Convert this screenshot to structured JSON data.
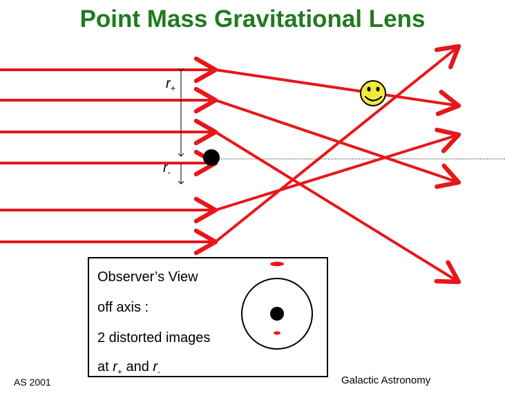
{
  "title": "Point Mass Gravitational Lens",
  "labels": {
    "r_plus": {
      "base": "r",
      "sub": "+"
    },
    "r_minus": {
      "base": "r",
      "sub": "-"
    }
  },
  "observer": {
    "line1": "Observer’s View",
    "line2": "off axis :",
    "line3": "2 distorted images",
    "line4_prefix": "at ",
    "line4_r": "r",
    "line4_sub1": "+",
    "line4_and": " and ",
    "line4_sub2": "-"
  },
  "footer": {
    "left": "AS 2001",
    "right": "Galactic Astronomy"
  },
  "colors": {
    "title": "#1f7a1f",
    "ray": "#e8161a",
    "source_face": "#f2ea3a",
    "lens": "#000000"
  },
  "icons": {
    "source": "smiley-face-icon",
    "lens": "black-dot-icon"
  }
}
